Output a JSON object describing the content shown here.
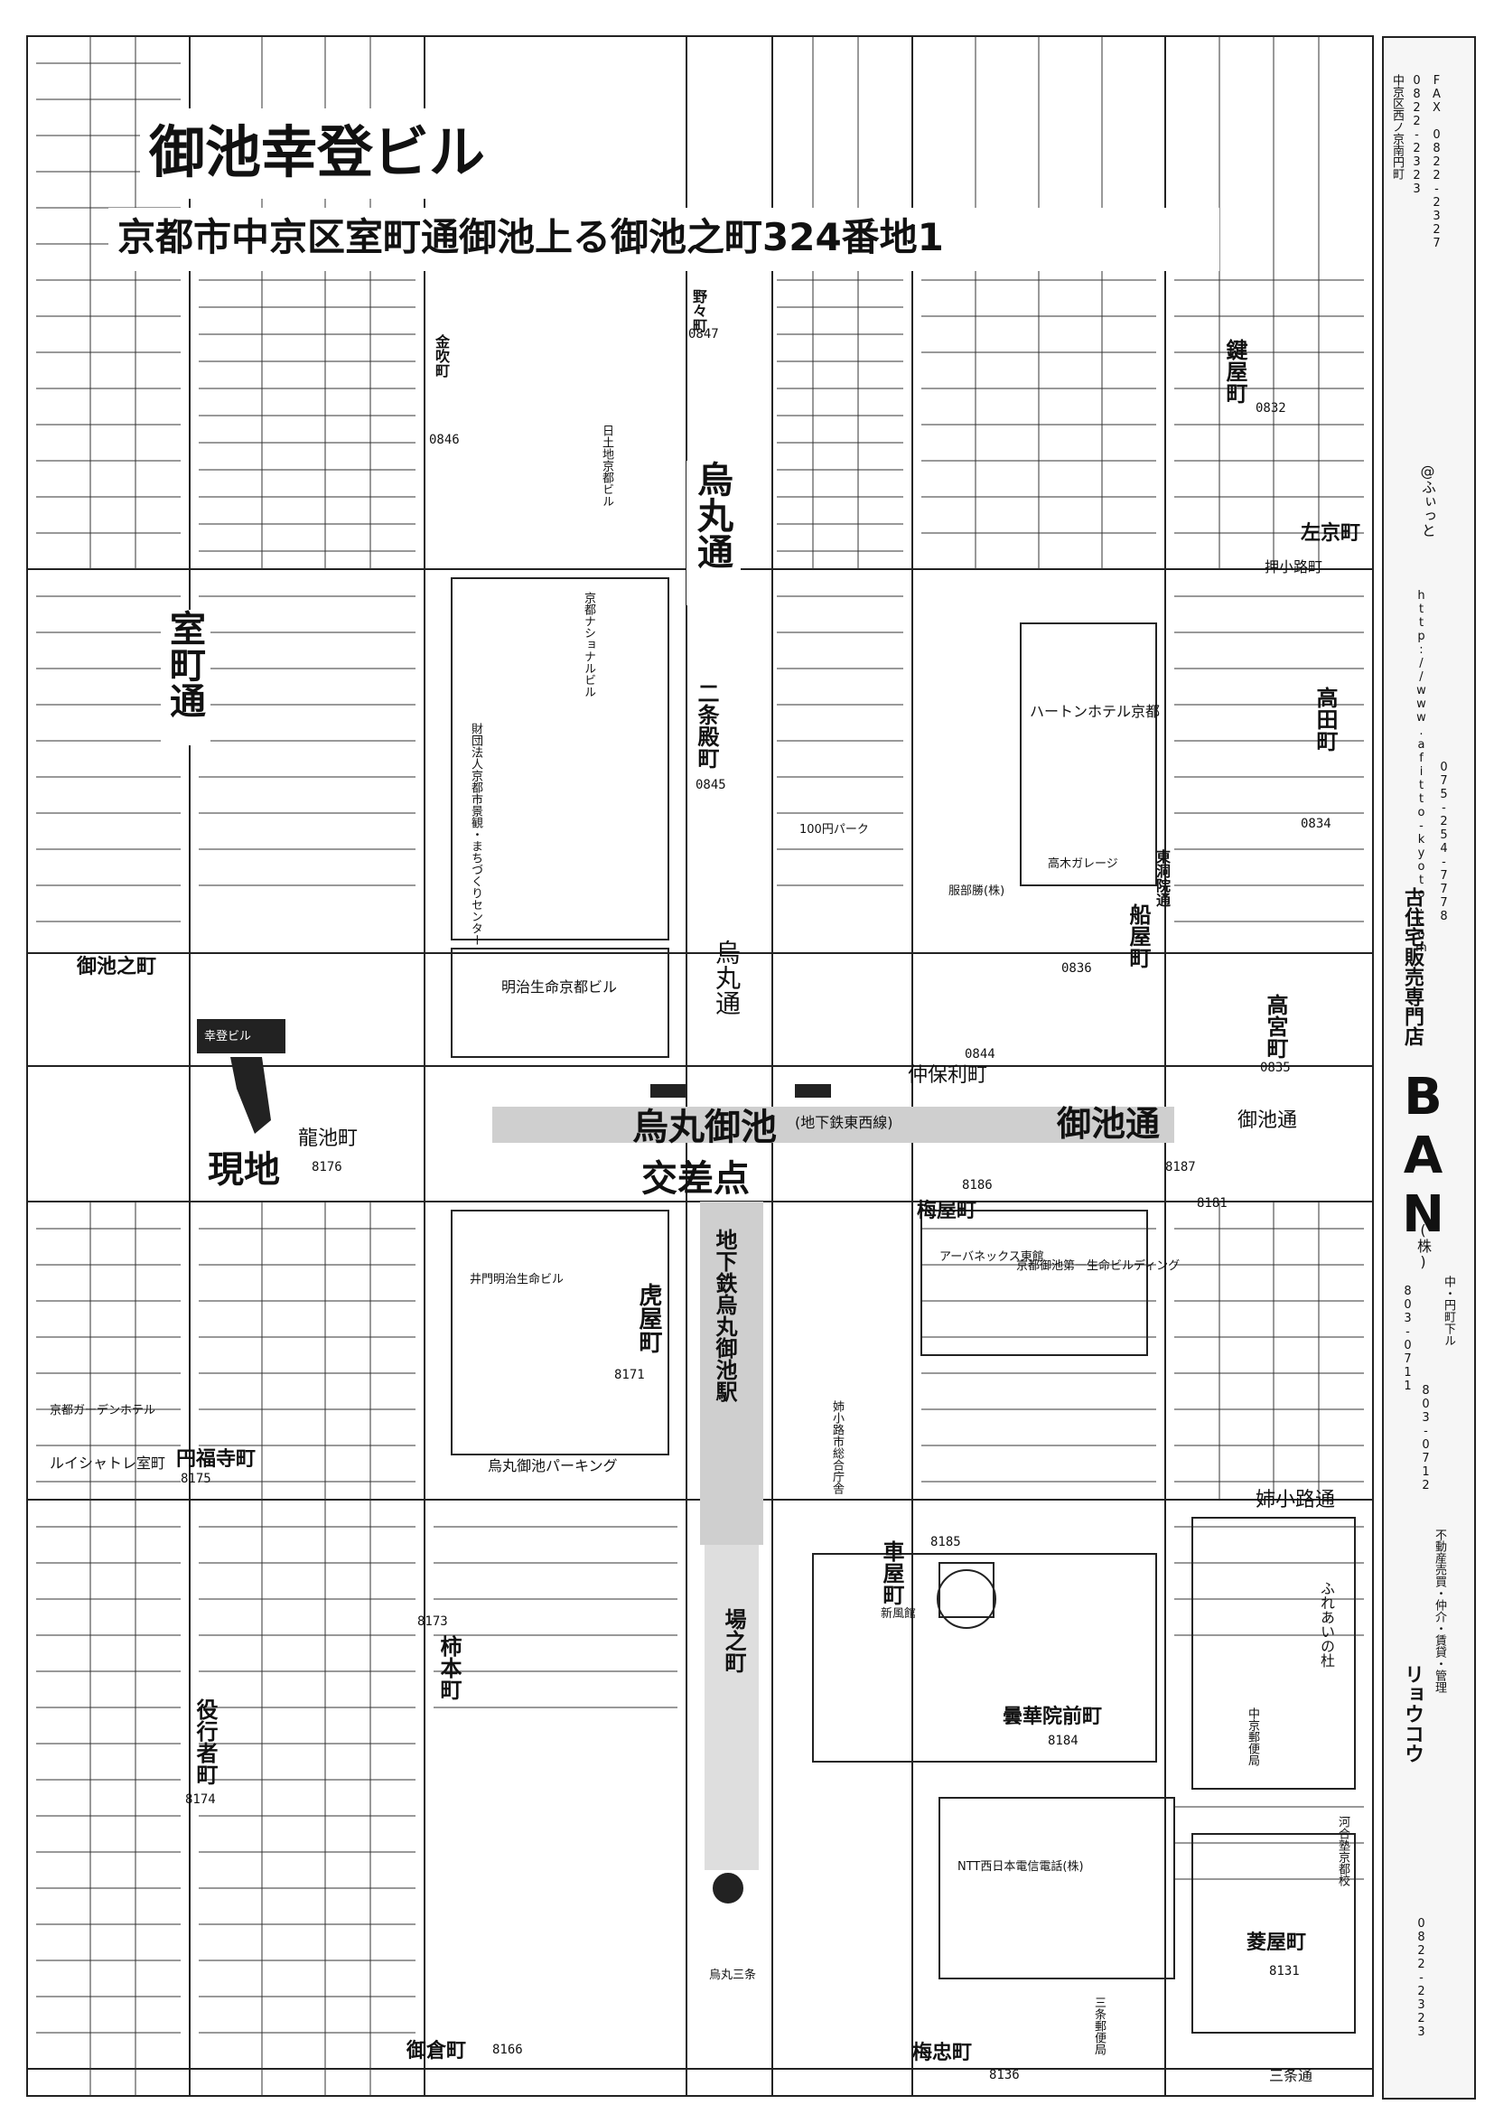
{
  "title": {
    "building": "御池幸登ビル",
    "address": "京都市中京区室町通御池上る御池之町324番地1"
  },
  "markers": {
    "site_label": "現地",
    "site_building": "幸登ビル"
  },
  "streets": {
    "karasuma_upper": "烏丸通",
    "karasuma_mid": "烏丸通",
    "muromachi": "室町通",
    "oike": "御池通",
    "oike_small": "御池通",
    "anekoji": "姉小路通",
    "sanjo": "三条通",
    "karasuma_oike_line1": "烏丸御池",
    "karasuma_oike_line2": "交差点",
    "subway_station": "地下鉄烏丸御池駅",
    "subway_line": "(地下鉄東西線)",
    "nishi_nothing": "",
    "karasuma_sanjo": "烏丸三条"
  },
  "towns": {
    "ryuchi": "龍池町",
    "ryuchi_no": "8176",
    "oike_no_machi": "御池之町",
    "enpukuji": "円福寺町",
    "enpukuji_no": "8175",
    "toraya": "虎屋町",
    "toraya_no": "8171",
    "umeya": "梅屋町",
    "umeya_no": "8186",
    "nakabori": "仲保利町",
    "nakabori_no": "0844",
    "kurumaya": "車屋町",
    "kurumaya_no": "8185",
    "donge": "曇華院前町",
    "donge_no": "8184",
    "hishiya": "菱屋町",
    "hishiya_no": "8131",
    "bazai": "場之町",
    "kashi": "柿本町",
    "kashi_no": "8173",
    "yakusha": "役行者町",
    "yakusha_no": "8174",
    "mikura": "御倉町",
    "mikura_no": "8166",
    "umetada": "梅忠町",
    "umetada_no": "8136",
    "funaya": "船屋町",
    "funaya_no": "0836",
    "takamiya": "高宮町",
    "takamiya_no": "0835",
    "sakyo": "左京町",
    "oshi": "押小路町",
    "takata": "高田町",
    "takata_no": "0834",
    "kagiya": "鍵屋町",
    "kagiya_no": "0832",
    "higashi": "東洞院通",
    "nijo": "二条殿町",
    "nijo_no": "0845",
    "oike_8187": "8187",
    "sanmonji": "8181",
    "kanaya": "金吹町",
    "kanaya_no": "0846",
    "nogi": "野々町",
    "nogi_no": "0847"
  },
  "buildings": [
    {
      "key": "meiji",
      "text": "明治生命京都ビル"
    },
    {
      "key": "national",
      "text": "京都ナショナルビル"
    },
    {
      "key": "nikkei",
      "text": "日土地京都ビル"
    },
    {
      "key": "izutsu",
      "text": "井門明治生命ビル"
    },
    {
      "key": "oike_parking",
      "text": "烏丸御池パーキング"
    },
    {
      "key": "harton",
      "text": "ハートンホテル京都"
    },
    {
      "key": "kyoto_oike",
      "text": "京都御池第一生命ビルディング"
    },
    {
      "key": "anex",
      "text": "アーバネックス東館"
    },
    {
      "key": "ntt",
      "text": "NTT西日本電信電話(株)"
    },
    {
      "key": "shinpukan",
      "text": "新風館"
    },
    {
      "key": "nakagyo_post",
      "text": "中京郵便局"
    },
    {
      "key": "fureai",
      "text": "ふれあいの杜"
    },
    {
      "key": "kawai",
      "text": "河合塾京都校"
    },
    {
      "key": "machizukuri",
      "text": "財団法人京都市景観・まちづくりセンター"
    },
    {
      "key": "sunsuma",
      "text": "ルイシャトレ室町"
    },
    {
      "key": "garden",
      "text": "京都ガーデンホテル"
    },
    {
      "key": "anekoji_gov",
      "text": "姉小路市総合庁舎"
    },
    {
      "key": "parking1",
      "text": "100円パーク"
    },
    {
      "key": "takagi",
      "text": "高木ガレージ"
    },
    {
      "key": "hattori",
      "text": "服部勝(株)"
    },
    {
      "key": "sango",
      "text": "三条郵便局"
    }
  ],
  "side_ads": {
    "ban_name": "BAN",
    "ban_kabu": "(株)",
    "ban_text": "古住宅販売専門店",
    "ban_addr": "中京区西ノ京南円町",
    "ban_tel": "0822-2323",
    "ban_fax": "FAX 0822-2327",
    "web": "http://www.afitto-kyoto.com",
    "afitto": "@ふぃっと",
    "tel2": "075-254-7778",
    "ryoukou": "リョウコウ",
    "nakaenmachi": "中・円町下ル",
    "ban_tel2": "803-0711",
    "fax2": "803-0712",
    "fudosan": "不動産売買・仲介・賃貸・管理",
    "ryoukou_tel": "0822-2323"
  }
}
